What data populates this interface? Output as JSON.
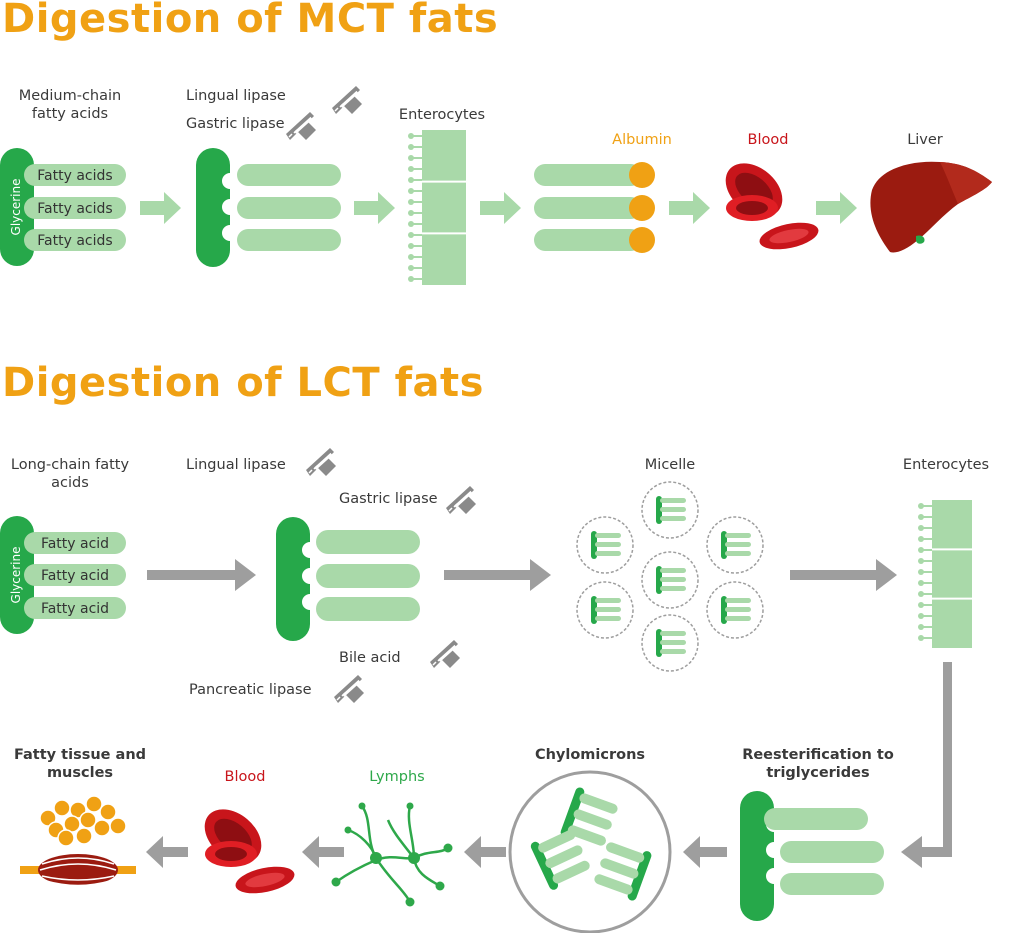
{
  "colors": {
    "title": "#F0A114",
    "green_dark": "#26A84A",
    "green_light": "#A9D9A9",
    "arrow_green": "#A9D9A9",
    "arrow_gray": "#9E9E9E",
    "albumin": "#F0A114",
    "blood": "#C8151B",
    "lymphs": "#2EA84A",
    "liver": "#9B1B10",
    "text": "#3a3a3a"
  },
  "mct": {
    "title": "Digestion of MCT fats",
    "source_label": "Medium-chain fatty acids",
    "glycerine": "Glycerine",
    "fatty_acids": [
      "Fatty acids",
      "Fatty acids",
      "Fatty acids"
    ],
    "lingual_lipase": "Lingual lipase",
    "gastric_lipase": "Gastric lipase",
    "enterocytes": "Enterocytes",
    "albumin": "Albumin",
    "blood": "Blood",
    "liver": "Liver"
  },
  "lct": {
    "title": "Digestion of LCT fats",
    "source_label": "Long-chain fatty acids",
    "glycerine": "Glycerine",
    "fatty_acids": [
      "Fatty acid",
      "Fatty acid",
      "Fatty acid"
    ],
    "lingual_lipase": "Lingual lipase",
    "gastric_lipase": "Gastric lipase",
    "bile_acid": "Bile acid",
    "pancreatic_lipase": "Pancreatic lipase",
    "micelle": "Micelle",
    "enterocytes": "Enterocytes",
    "reesterification": "Reesterification to triglycerides",
    "chylomicrons": "Chylomicrons",
    "lymphs": "Lymphs",
    "blood": "Blood",
    "fatty_tissue": "Fatty tissue and muscles"
  }
}
